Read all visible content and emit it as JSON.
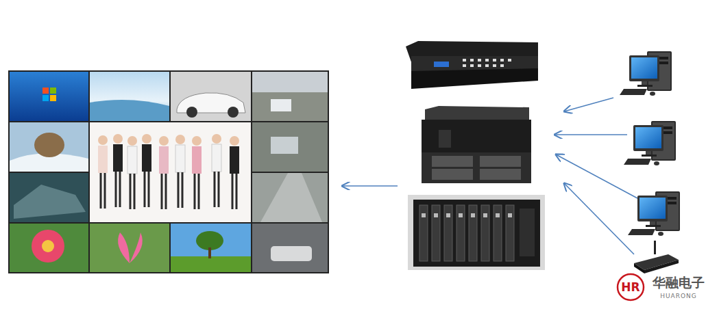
{
  "diagram": {
    "labels": [
      "HR",
      "华融电子",
      "HUARONG"
    ]
  }
}
